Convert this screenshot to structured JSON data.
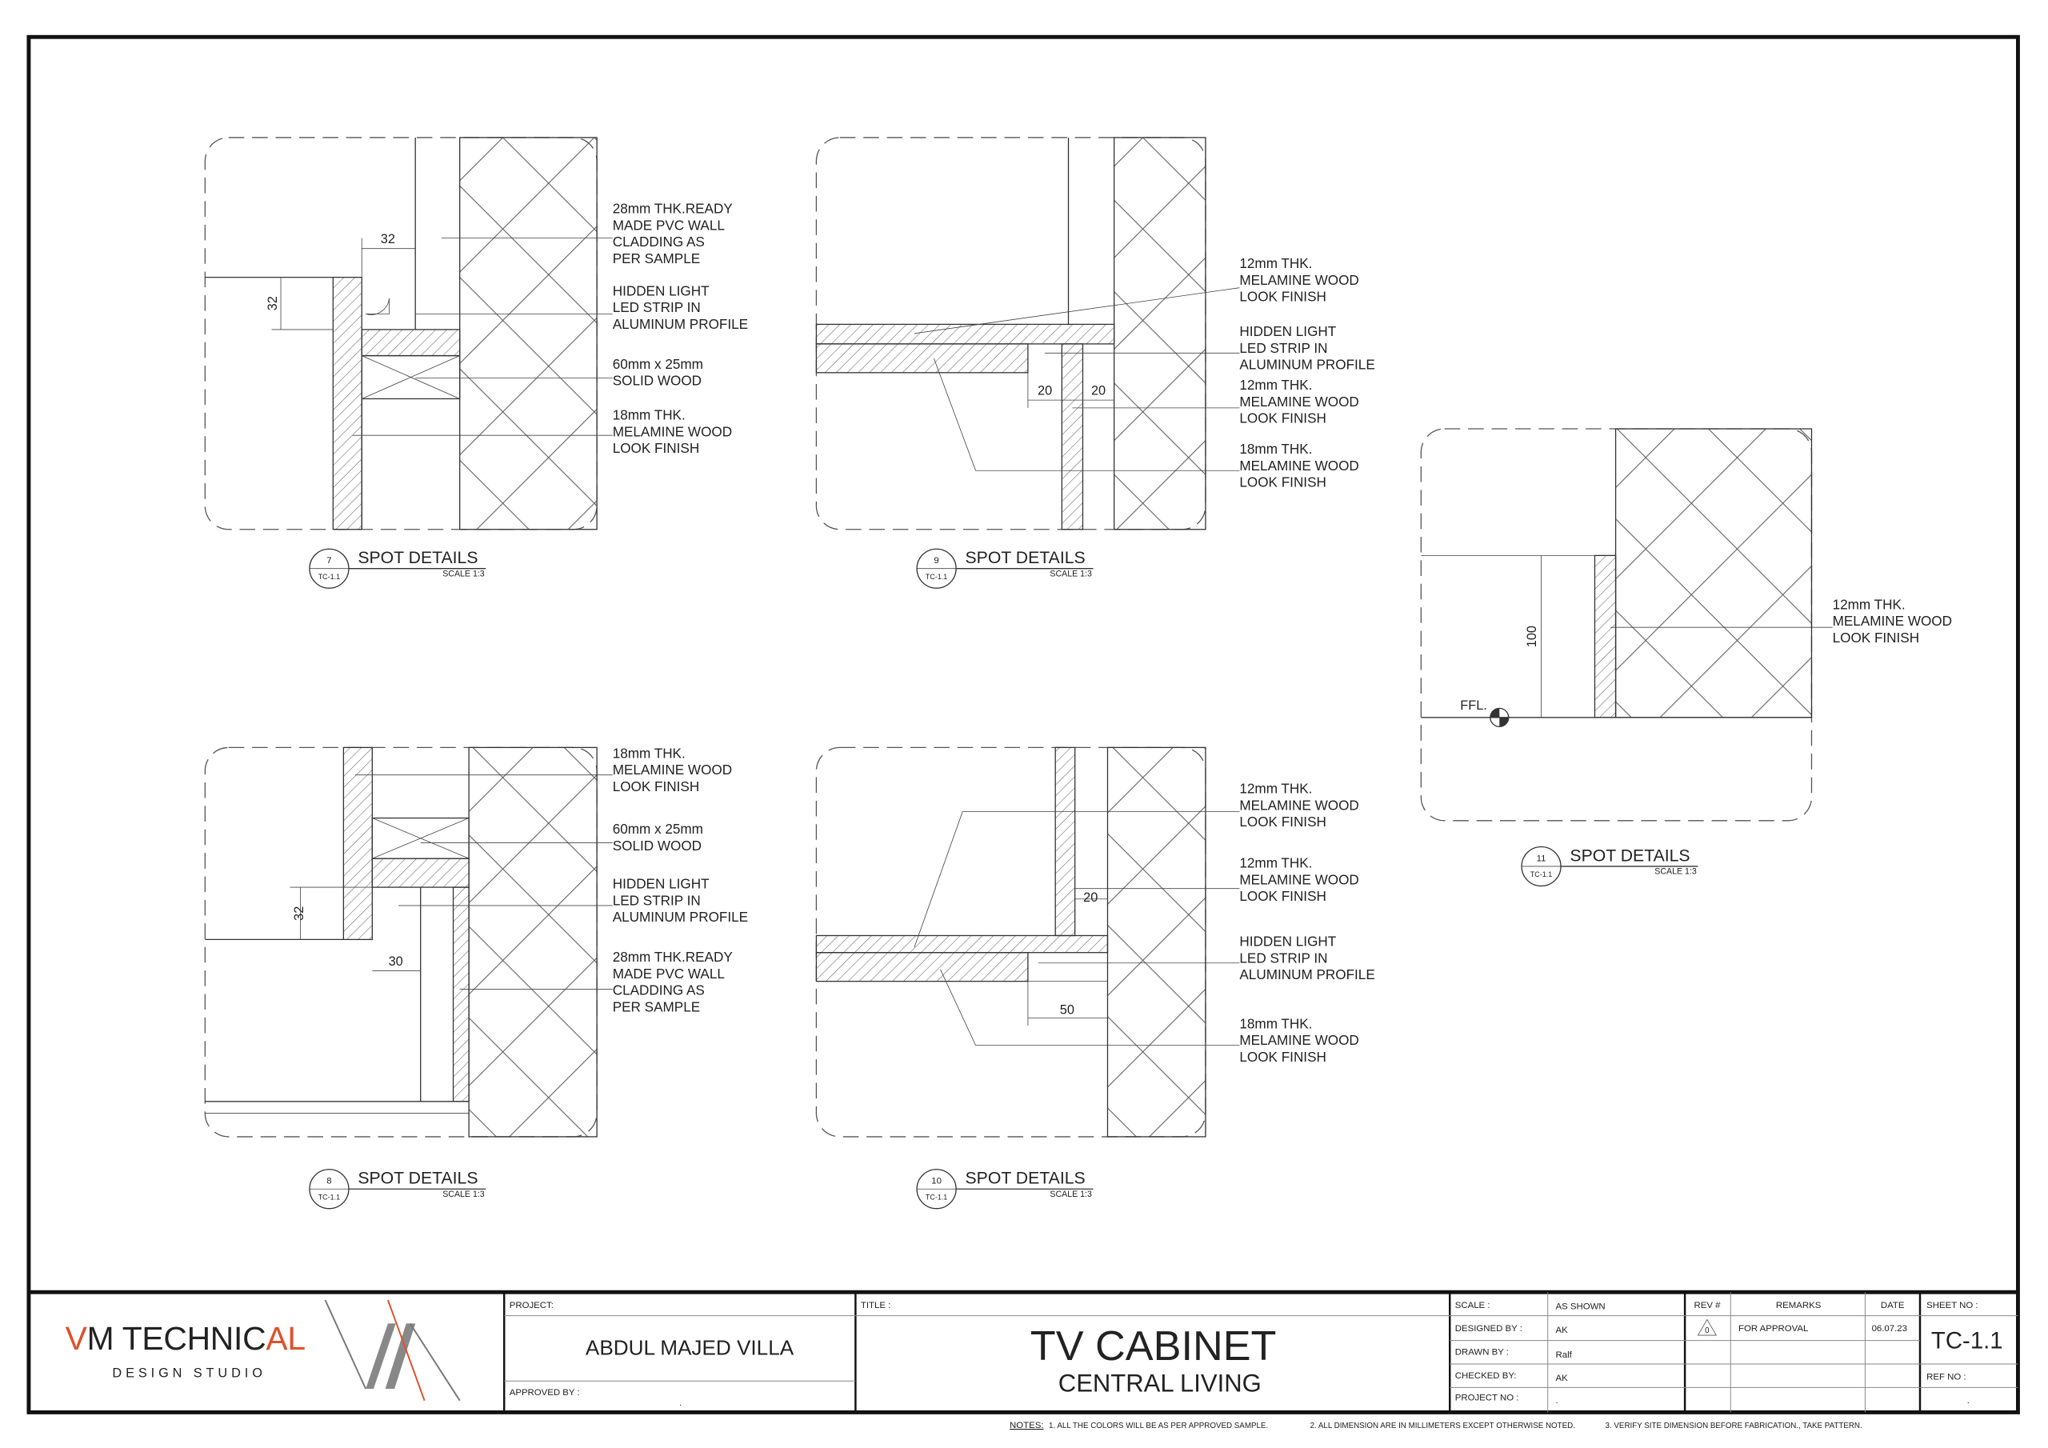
{
  "details": [
    {
      "number": "7",
      "sheet": "TC-1.1",
      "title": "SPOT DETAILS",
      "scale": "SCALE 1:3",
      "dims": [
        "32",
        "32"
      ],
      "labels": [
        [
          "28mm THK.READY",
          "MADE PVC WALL",
          "CLADDING AS",
          "PER SAMPLE"
        ],
        [
          "HIDDEN LIGHT",
          "LED STRIP IN",
          "ALUMINUM PROFILE"
        ],
        [
          "60mm x 25mm",
          "SOLID WOOD"
        ],
        [
          "18mm THK.",
          "MELAMINE WOOD",
          "LOOK FINISH"
        ]
      ]
    },
    {
      "number": "9",
      "sheet": "TC-1.1",
      "title": "SPOT DETAILS",
      "scale": "SCALE 1:3",
      "dims": [
        "20",
        "20"
      ],
      "labels": [
        [
          "12mm THK.",
          "MELAMINE WOOD",
          "LOOK FINISH"
        ],
        [
          "HIDDEN LIGHT",
          "LED STRIP IN",
          "ALUMINUM PROFILE"
        ],
        [
          "12mm THK.",
          "MELAMINE WOOD",
          "LOOK FINISH"
        ],
        [
          "18mm THK.",
          "MELAMINE WOOD",
          "LOOK FINISH"
        ]
      ]
    },
    {
      "number": "11",
      "sheet": "TC-1.1",
      "title": "SPOT DETAILS",
      "scale": "SCALE 1:3",
      "dims": [
        "100"
      ],
      "level": "FFL.",
      "labels": [
        [
          "12mm THK.",
          "MELAMINE WOOD",
          "LOOK FINISH"
        ]
      ]
    },
    {
      "number": "8",
      "sheet": "TC-1.1",
      "title": "SPOT DETAILS",
      "scale": "SCALE 1:3",
      "dims": [
        "32",
        "30"
      ],
      "labels": [
        [
          "18mm THK.",
          "MELAMINE WOOD",
          "LOOK FINISH"
        ],
        [
          "60mm x 25mm",
          "SOLID WOOD"
        ],
        [
          "HIDDEN LIGHT",
          "LED STRIP IN",
          "ALUMINUM PROFILE"
        ],
        [
          "28mm THK.READY",
          "MADE PVC WALL",
          "CLADDING AS",
          "PER SAMPLE"
        ]
      ]
    },
    {
      "number": "10",
      "sheet": "TC-1.1",
      "title": "SPOT DETAILS",
      "scale": "SCALE 1:3",
      "dims": [
        "20",
        "50"
      ],
      "labels": [
        [
          "12mm THK.",
          "MELAMINE WOOD",
          "LOOK FINISH"
        ],
        [
          "12mm THK.",
          "MELAMINE WOOD",
          "LOOK FINISH"
        ],
        [
          "HIDDEN LIGHT",
          "LED STRIP IN",
          "ALUMINUM PROFILE"
        ],
        [
          "18mm THK.",
          "MELAMINE WOOD",
          "LOOK FINISH"
        ]
      ]
    }
  ],
  "title_block": {
    "logo": {
      "name": "VM TECHNICAL",
      "tagline": "DESIGN STUDIO",
      "accent": "#e0502a"
    },
    "project_label": "PROJECT:",
    "project": "ABDUL MAJED VILLA",
    "approved_by_label": "APPROVED BY :",
    "approved_by": ".",
    "title_label": "TITLE :",
    "title": "TV CABINET",
    "subtitle": "CENTRAL LIVING",
    "scale_label": "SCALE :",
    "scale": "AS SHOWN",
    "designed_by_label": "DESIGNED BY :",
    "designed_by": "AK",
    "drawn_by_label": "DRAWN BY :",
    "drawn_by": "Ralf",
    "checked_by_label": "CHECKED BY:",
    "checked_by": "AK",
    "project_no_label": "PROJECT NO :",
    "project_no": ".",
    "rev_header": "REV #",
    "remarks_header": "REMARKS",
    "date_header": "DATE",
    "rev": "0",
    "remarks": "FOR APPROVAL",
    "date": "06.07.23",
    "sheet_no_label": "SHEET NO :",
    "sheet_no": "TC-1.1",
    "ref_no_label": "REF NO :",
    "ref_no": "."
  },
  "notes": {
    "label": "NOTES:",
    "items": [
      "1. ALL THE COLORS WILL BE AS PER APPROVED SAMPLE.",
      "2. ALL DIMENSION ARE IN MILLIMETERS EXCEPT OTHERWISE NOTED.",
      "3. VERIFY SITE DIMENSION BEFORE FABRICATION., TAKE PATTERN."
    ]
  }
}
